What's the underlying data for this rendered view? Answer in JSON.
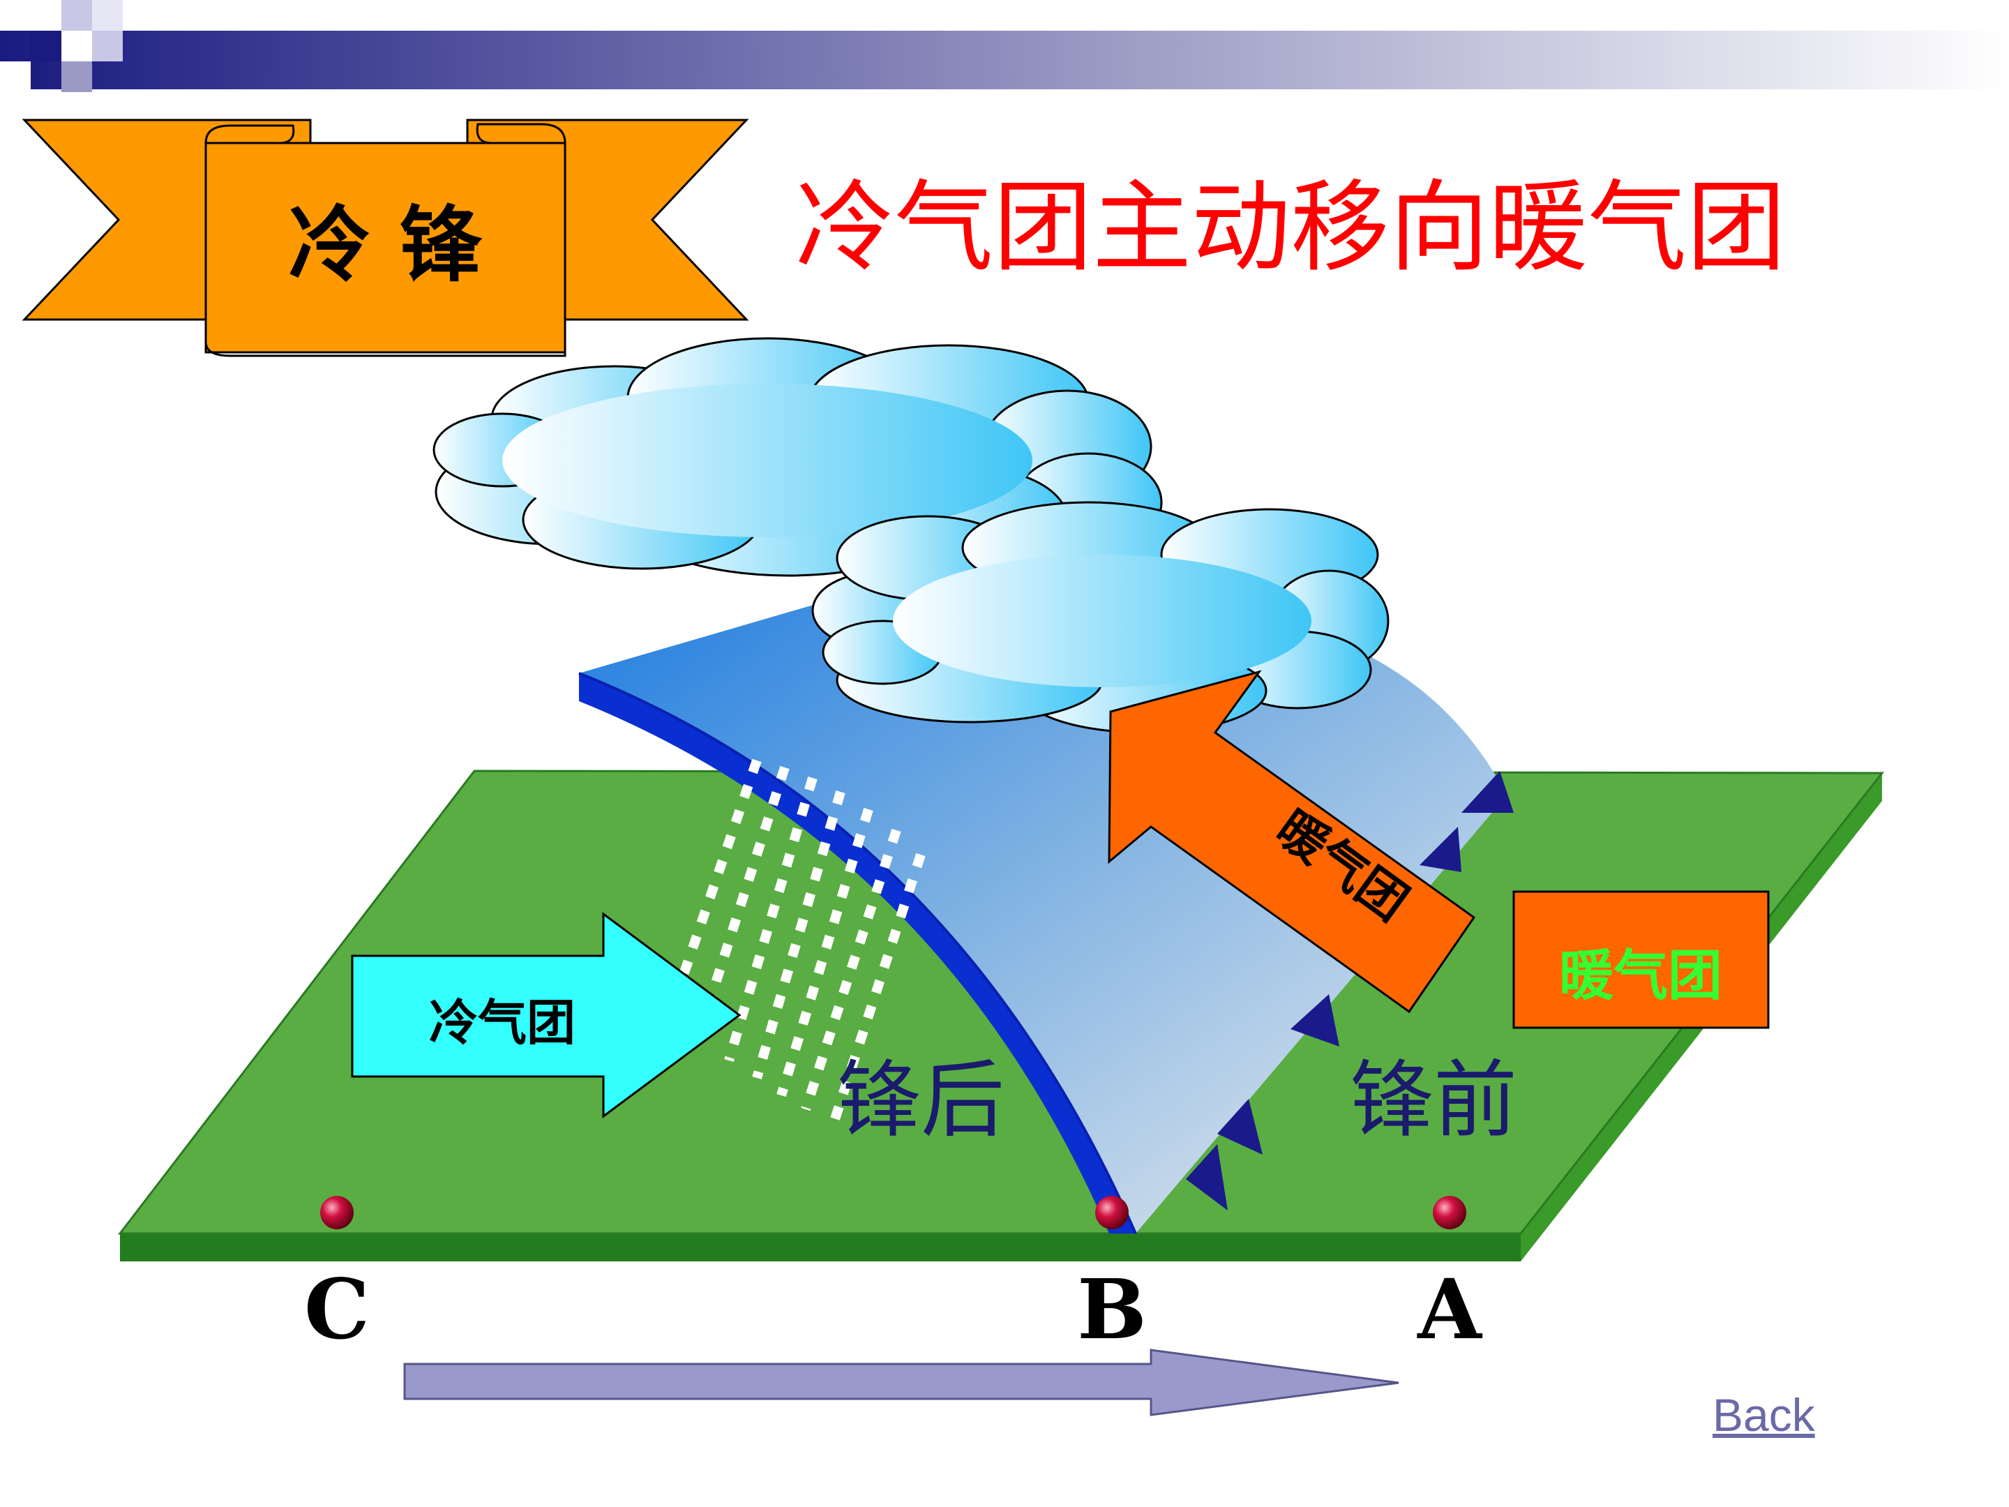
{
  "header": {
    "badge_text": "冷 锋",
    "title": "冷气团主动移向暖气团"
  },
  "diagram": {
    "cold_air_label": "冷气团",
    "warm_air_arrow_label": "暖气团",
    "warm_air_box_label": "暖气团",
    "behind_front_label": "锋后",
    "ahead_front_label": "锋前",
    "points": [
      {
        "label": "C"
      },
      {
        "label": "B"
      },
      {
        "label": "A"
      }
    ]
  },
  "colors": {
    "ground": "#5aad42",
    "ground_edge": "#237d1e",
    "front_blue": "#2a6fd8",
    "front_edge": "#0a2fd0",
    "cold_arrow": "#33ffff",
    "warm_arrow": "#ff6a00",
    "title_red": "#ff0000",
    "label_navy": "#1a1a6e",
    "badge_orange": "#ff9900"
  },
  "nav": {
    "back_label": "Back"
  }
}
